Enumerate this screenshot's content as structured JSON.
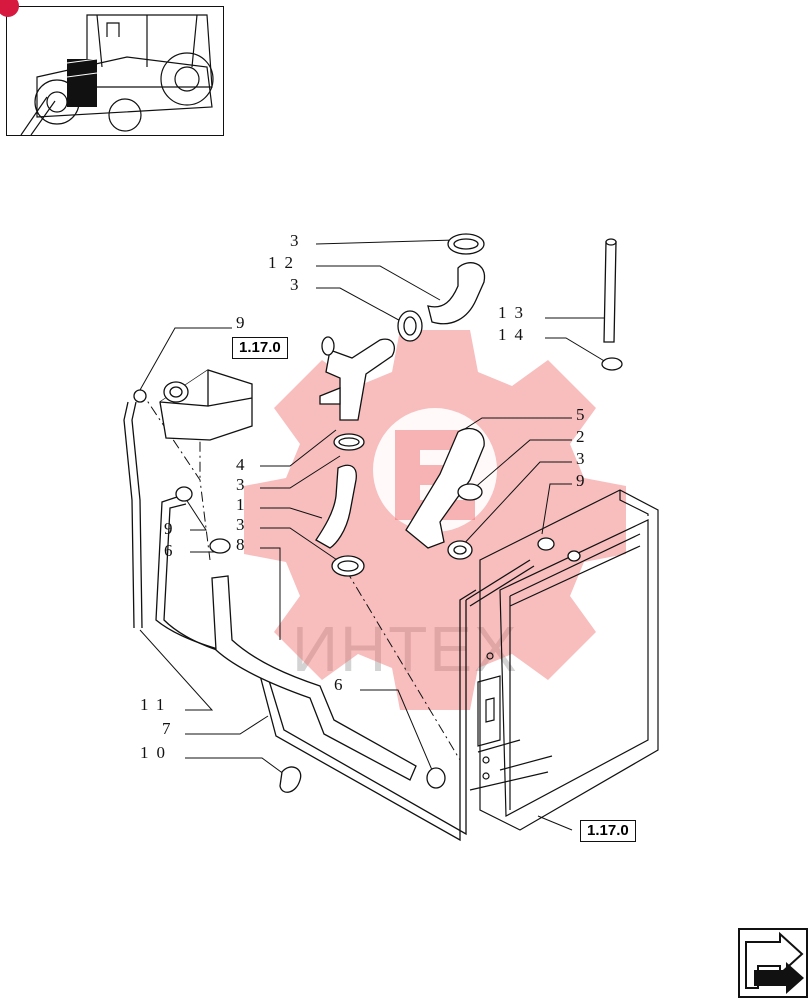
{
  "callouts": {
    "c1": "3",
    "c2": "12",
    "c3": "3",
    "c4": "9",
    "c5": "13",
    "c6": "14",
    "c7": "5",
    "c8": "2",
    "c9": "3",
    "c10": "9",
    "c11": "4",
    "c12": "3",
    "c13": "1",
    "c14": "3",
    "c15": "8",
    "c16": "9",
    "c17": "6",
    "c18": "6",
    "c19": "11",
    "c20": "7",
    "c21": "10"
  },
  "references": {
    "top_ref": "1.17.0",
    "bottom_ref": "1.17.0"
  },
  "watermark": {
    "text": "ИНТЕХ",
    "color": "#ef6d6d"
  },
  "colors": {
    "ink": "#111111",
    "badge": "#d7193f"
  },
  "icons": {
    "nav": "next-page-arrow-icon",
    "thumbnail": "tractor-thumbnail"
  }
}
